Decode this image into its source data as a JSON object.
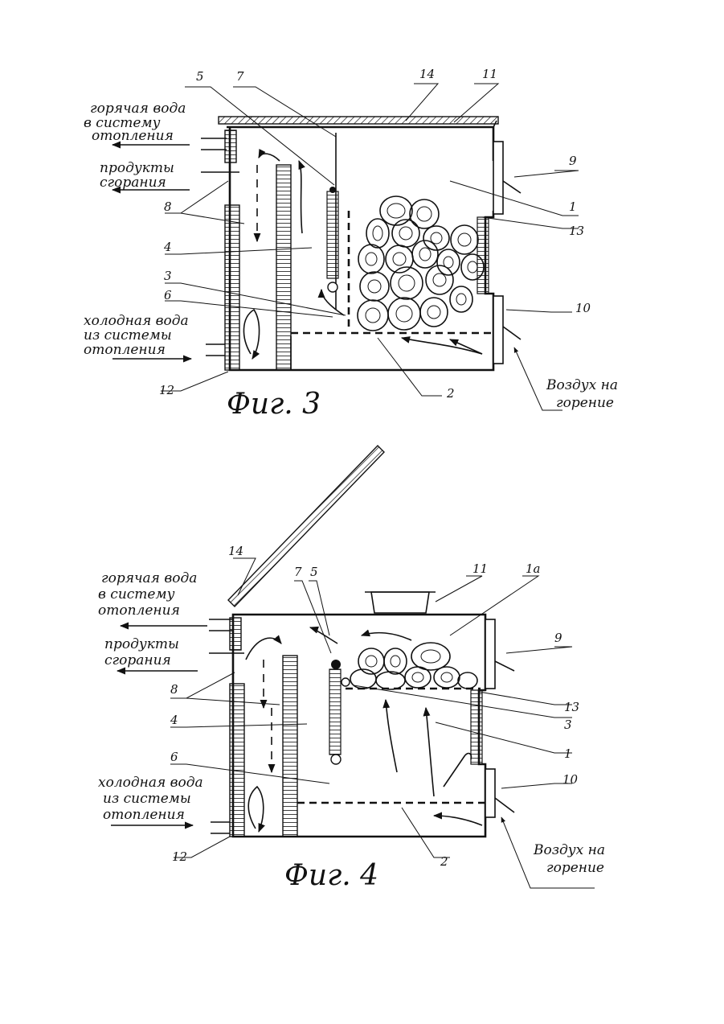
{
  "figure3": {
    "caption": "Фиг. 3",
    "labels": {
      "hot_water": [
        "горячая вода",
        "в систему",
        "отопления"
      ],
      "combustion": [
        "продукты",
        "сгорания"
      ],
      "cold_water": [
        "холодная вода",
        "из системы",
        "отопления"
      ],
      "air": [
        "Воздух на",
        "горение"
      ]
    },
    "numbers": {
      "n1": "1",
      "n2": "2",
      "n3": "3",
      "n4": "4",
      "n5": "5",
      "n6": "6",
      "n7": "7",
      "n8": "8",
      "n9": "9",
      "n10": "10",
      "n11": "11",
      "n12": "12",
      "n13": "13",
      "n14": "14"
    }
  },
  "figure4": {
    "caption": "Фиг. 4",
    "labels": {
      "hot_water": [
        "горячая вода",
        "в систему",
        "отопления"
      ],
      "combustion": [
        "продукты",
        "сгорания"
      ],
      "cold_water": [
        "холодная вода",
        "из системы",
        "отопления"
      ],
      "air": [
        "Воздух на",
        "горение"
      ]
    },
    "numbers": {
      "n1": "1",
      "n1a": "1а",
      "n2": "2",
      "n3": "3",
      "n4": "4",
      "n5": "5",
      "n6": "6",
      "n7": "7",
      "n8": "8",
      "n9": "9",
      "n10": "10",
      "n11": "11",
      "n12": "12",
      "n13": "13",
      "n14": "14"
    }
  }
}
